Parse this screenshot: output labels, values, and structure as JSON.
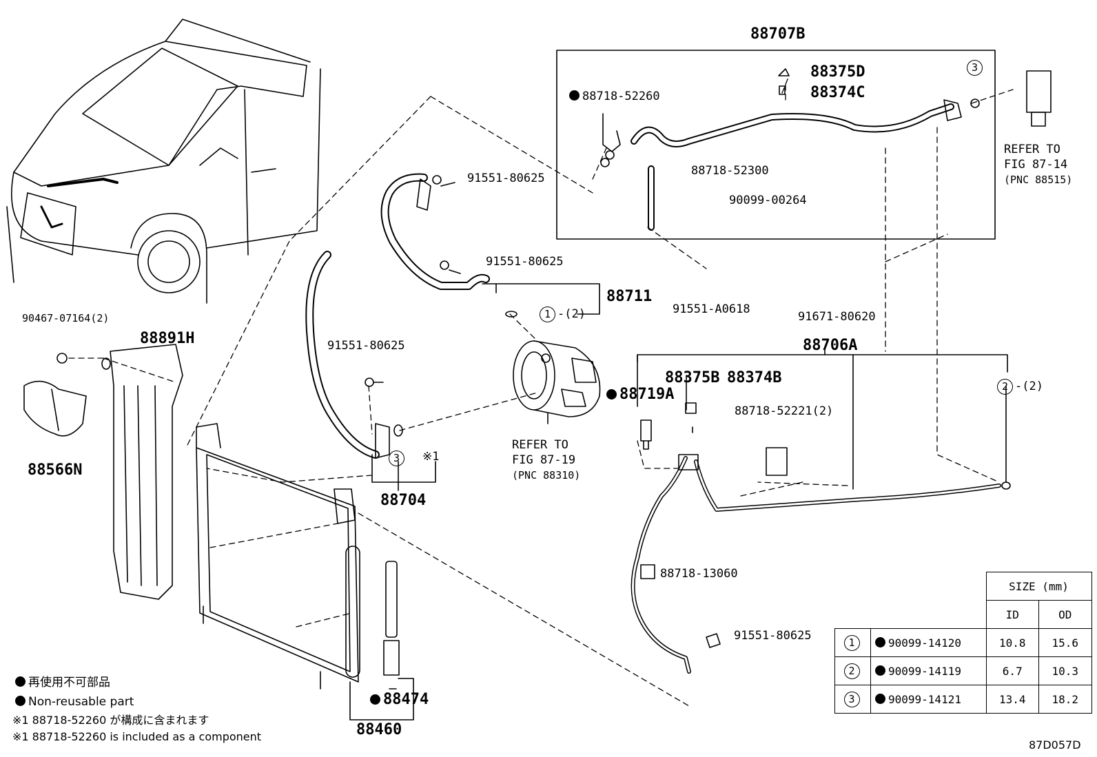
{
  "labels": {
    "p88707B": "88707B",
    "p88375D": "88375D",
    "p88374C": "88374C",
    "p88718_52260": "88718-52260",
    "p88718_52300": "88718-52300",
    "p90099_00264": "90099-00264",
    "p91551_80625_a": "91551-80625",
    "p91551_80625_b": "91551-80625",
    "p91551_80625_c": "91551-80625",
    "p91551_80625_d": "91551-80625",
    "p88711": "88711",
    "p88711_qty": "-(2)",
    "p91551_A0618": "91551-A0618",
    "p91671_80620": "91671-80620",
    "p88706A": "88706A",
    "p90467_07164": "90467-07164(2)",
    "p88891H": "88891H",
    "p88566N": "88566N",
    "p88375B": "88375B",
    "p88374B": "88374B",
    "p88719A": "88719A",
    "p88718_52221": "88718-52221(2)",
    "p88718_13060": "88718-13060",
    "p88704": "88704",
    "p88474": "88474",
    "p88460": "88460",
    "ref_87_14_line1": "REFER TO",
    "ref_87_14_line2": "FIG 87-14",
    "ref_87_14_line3": "(PNC 88515)",
    "ref_87_19_line1": "REFER TO",
    "ref_87_19_line2": "FIG 87-19",
    "ref_87_19_line3": "(PNC 88310)",
    "circle1": "1",
    "circle2": "2",
    "circle3": "3",
    "circle2_qty": "-(2)",
    "asterisk1": "※1",
    "figure_code": "87D057D"
  },
  "legend": {
    "jp_nonreusable": "再使用不可部品",
    "en_nonreusable": "Non-reusable part",
    "jp_note": "※1 88718-52260 が構成に含まれます",
    "en_note": "※1 88718-52260 is included as a component"
  },
  "size_table": {
    "header": "SIZE (mm)",
    "col_id": "ID",
    "col_od": "OD",
    "rows": [
      {
        "ref": "1",
        "part": "90099-14120",
        "id": "10.8",
        "od": "15.6"
      },
      {
        "ref": "2",
        "part": "90099-14119",
        "id": "6.7",
        "od": "10.3"
      },
      {
        "ref": "3",
        "part": "90099-14121",
        "id": "13.4",
        "od": "18.2"
      }
    ]
  }
}
